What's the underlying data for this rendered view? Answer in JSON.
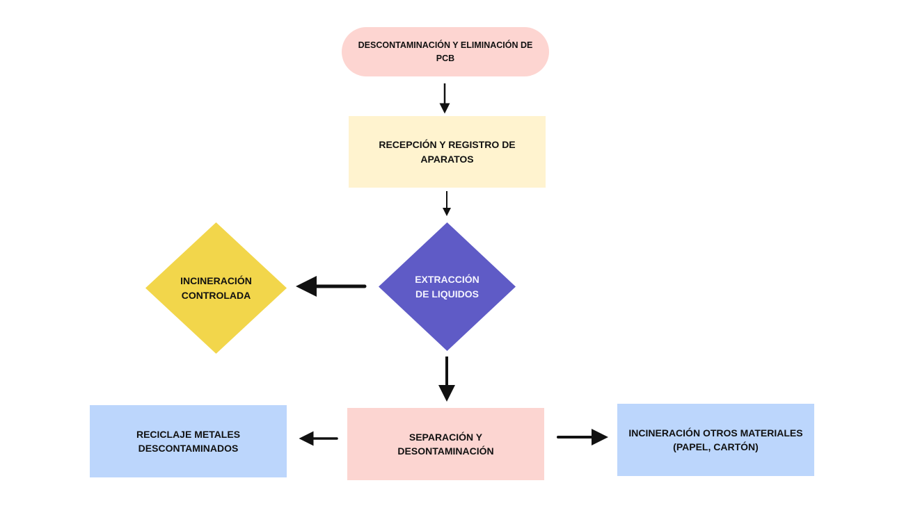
{
  "diagram": {
    "type": "flowchart",
    "nodes": {
      "start": {
        "shape": "rounded-pill",
        "color": "#fdd5d1",
        "lines": [
          "DESCONTAMINACIÓN Y ELIMINACIÓN DE",
          "PCB"
        ]
      },
      "reception": {
        "shape": "rectangle",
        "color": "#fff3cf",
        "lines": [
          "RECEPCIÓN Y REGISTRO DE",
          "APARATOS"
        ]
      },
      "extraction": {
        "shape": "diamond",
        "color": "#5f5bc6",
        "lines": [
          "EXTRACCIÓN",
          "DE LIQUIDOS"
        ]
      },
      "controlled_incineration": {
        "shape": "diamond",
        "color": "#f2d64b",
        "lines": [
          "INCINERACIÓN",
          "CONTROLADA"
        ]
      },
      "separation": {
        "shape": "rectangle",
        "color": "#fcd5d1",
        "lines": [
          "SEPARACIÓN Y",
          "DESONTAMINACIÓN"
        ]
      },
      "metal_recycling": {
        "shape": "rectangle",
        "color": "#bcd6fc",
        "lines": [
          "RECICLAJE METALES",
          "DESCONTAMINADOS"
        ]
      },
      "other_incineration": {
        "shape": "rectangle",
        "color": "#bcd6fc",
        "lines": [
          "INCINERACIÓN OTROS MATERIALES",
          "(PAPEL, CARTÓN)"
        ]
      }
    },
    "edges": [
      {
        "from": "start",
        "to": "reception",
        "direction": "down"
      },
      {
        "from": "reception",
        "to": "extraction",
        "direction": "down"
      },
      {
        "from": "extraction",
        "to": "controlled_incineration",
        "direction": "left"
      },
      {
        "from": "extraction",
        "to": "separation",
        "direction": "down"
      },
      {
        "from": "separation",
        "to": "metal_recycling",
        "direction": "left"
      },
      {
        "from": "separation",
        "to": "other_incineration",
        "direction": "right"
      }
    ],
    "arrow_color": "#111111"
  }
}
